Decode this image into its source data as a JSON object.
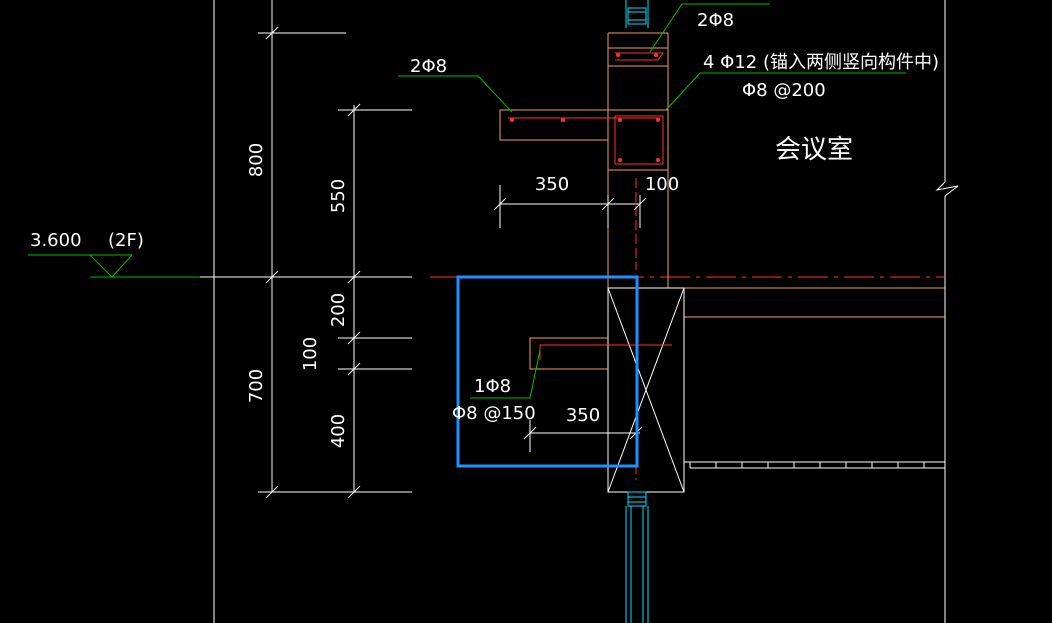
{
  "level": {
    "elevation": "3.600",
    "floor": "(2F)"
  },
  "dimensions": {
    "d800": "800",
    "d550": "550",
    "d200": "200",
    "d100v": "100",
    "d700": "700",
    "d400": "400",
    "d350_top": "350",
    "d100_top": "100",
    "d350_bottom": "350"
  },
  "annotations": {
    "top_rebar_a": "2Φ8",
    "top_rebar_b": "2Φ8",
    "main_rebar": "4 Φ12 (锚入两侧竖向构件中)",
    "stirrup": "Φ8 @200",
    "room": "会议室",
    "bottom_rebar": "1Φ8",
    "bottom_stirrup": "Φ8 @150"
  },
  "colors": {
    "background": "#000000",
    "dim_line": "#ffffff",
    "concrete": "#f0a060",
    "rebar": "#ff3030",
    "leader": "#00c000",
    "window": "#00e0ff",
    "selection": "#1e90ff"
  }
}
